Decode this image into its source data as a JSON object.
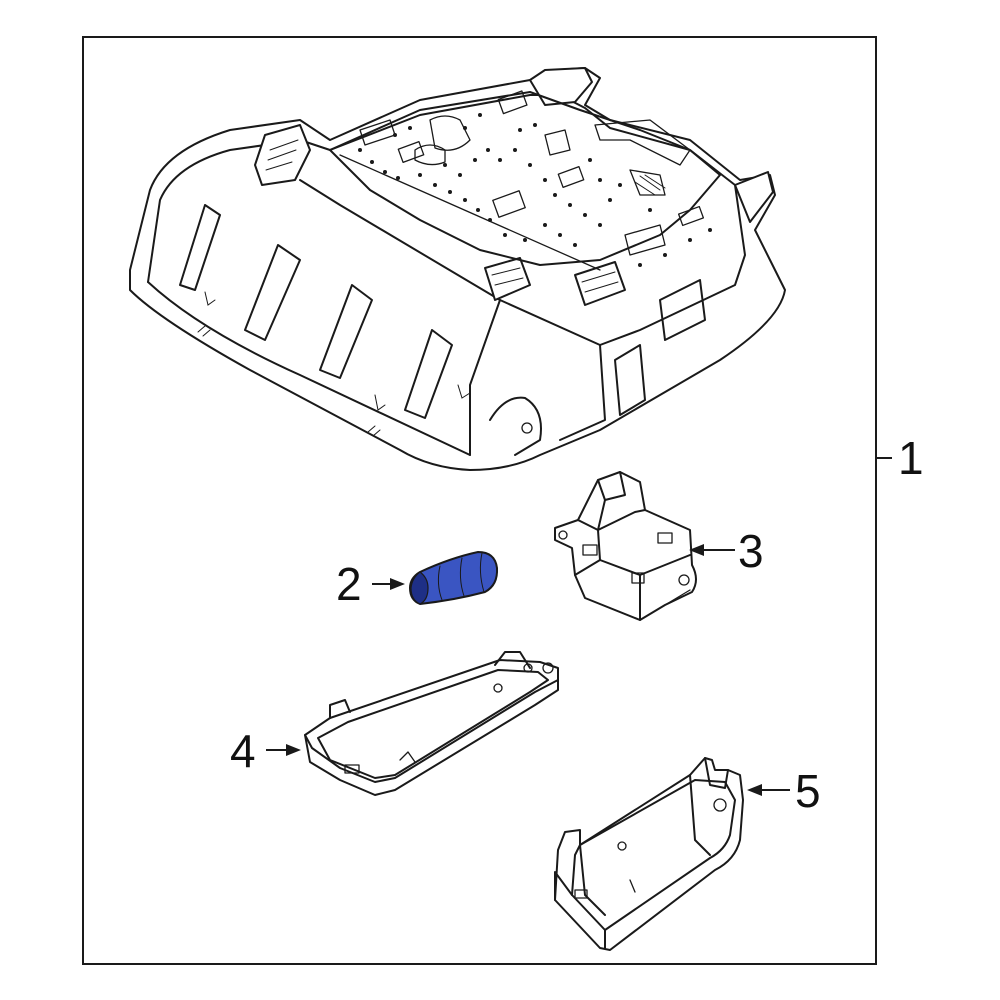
{
  "callouts": [
    {
      "id": "1",
      "label": "1"
    },
    {
      "id": "2",
      "label": "2"
    },
    {
      "id": "3",
      "label": "3"
    },
    {
      "id": "4",
      "label": "4"
    },
    {
      "id": "5",
      "label": "5"
    }
  ],
  "colors": {
    "highlight_part": "#3a55c2",
    "highlight_shadow": "#1e2f86",
    "line": "#1a1a1a",
    "background": "#ffffff"
  }
}
